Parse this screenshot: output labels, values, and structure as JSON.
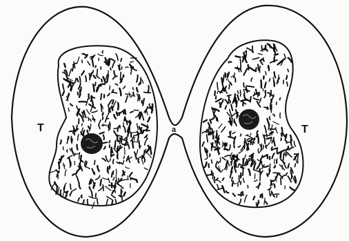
{
  "labels": {
    "left_cell": "T",
    "right_cell": "T",
    "junction": "a"
  },
  "colors": {
    "background": "#fbfbf9",
    "ink": "#111111"
  }
}
